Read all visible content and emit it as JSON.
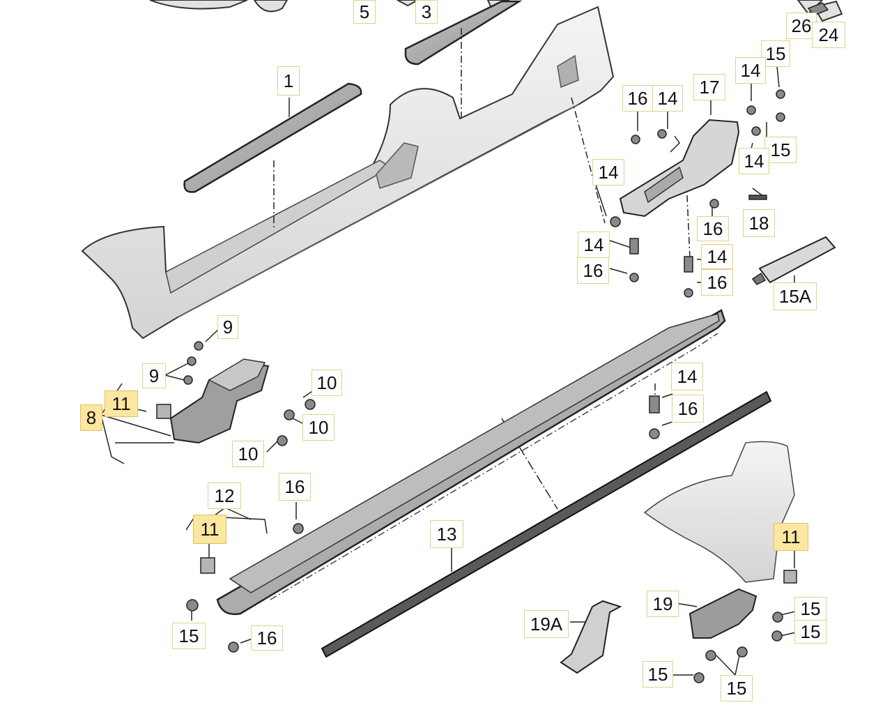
{
  "callouts": [
    {
      "id": "c5",
      "text": "5",
      "hl": false
    },
    {
      "id": "c3",
      "text": "3",
      "hl": false
    },
    {
      "id": "c26",
      "text": "26",
      "hl": false
    },
    {
      "id": "c24",
      "text": "24",
      "hl": false
    },
    {
      "id": "c1",
      "text": "1",
      "hl": false
    },
    {
      "id": "c15a",
      "text": "15",
      "hl": false
    },
    {
      "id": "c14a",
      "text": "14",
      "hl": false
    },
    {
      "id": "c17",
      "text": "17",
      "hl": false
    },
    {
      "id": "c16a",
      "text": "16",
      "hl": false
    },
    {
      "id": "c14b",
      "text": "14",
      "hl": false
    },
    {
      "id": "c15b",
      "text": "15",
      "hl": false
    },
    {
      "id": "c14c",
      "text": "14",
      "hl": false
    },
    {
      "id": "c14d",
      "text": "14",
      "hl": false
    },
    {
      "id": "c16b",
      "text": "16",
      "hl": false
    },
    {
      "id": "c18",
      "text": "18",
      "hl": false
    },
    {
      "id": "c14e",
      "text": "14",
      "hl": false
    },
    {
      "id": "c14f",
      "text": "14",
      "hl": false
    },
    {
      "id": "c16c",
      "text": "16",
      "hl": false
    },
    {
      "id": "c16d",
      "text": "16",
      "hl": false
    },
    {
      "id": "c15A",
      "text": "15A",
      "hl": false
    },
    {
      "id": "c9a",
      "text": "9",
      "hl": false
    },
    {
      "id": "c9b",
      "text": "9",
      "hl": false
    },
    {
      "id": "c10a",
      "text": "10",
      "hl": false
    },
    {
      "id": "c11a",
      "text": "11",
      "hl": true
    },
    {
      "id": "c8",
      "text": "8",
      "hl": true
    },
    {
      "id": "c10b",
      "text": "10",
      "hl": false
    },
    {
      "id": "c10c",
      "text": "10",
      "hl": false
    },
    {
      "id": "c14g",
      "text": "14",
      "hl": false
    },
    {
      "id": "c16e",
      "text": "16",
      "hl": false
    },
    {
      "id": "c12",
      "text": "12",
      "hl": false
    },
    {
      "id": "c16f",
      "text": "16",
      "hl": false
    },
    {
      "id": "c11b",
      "text": "11",
      "hl": true
    },
    {
      "id": "c13",
      "text": "13",
      "hl": false
    },
    {
      "id": "c11c",
      "text": "11",
      "hl": true
    },
    {
      "id": "c19",
      "text": "19",
      "hl": false
    },
    {
      "id": "c15c",
      "text": "15",
      "hl": false
    },
    {
      "id": "c19A",
      "text": "19A",
      "hl": false
    },
    {
      "id": "c15d",
      "text": "15",
      "hl": false
    },
    {
      "id": "c15e",
      "text": "15",
      "hl": false
    },
    {
      "id": "c16g",
      "text": "16",
      "hl": false
    },
    {
      "id": "c15f",
      "text": "15",
      "hl": false
    },
    {
      "id": "c15g",
      "text": "15",
      "hl": false
    }
  ]
}
